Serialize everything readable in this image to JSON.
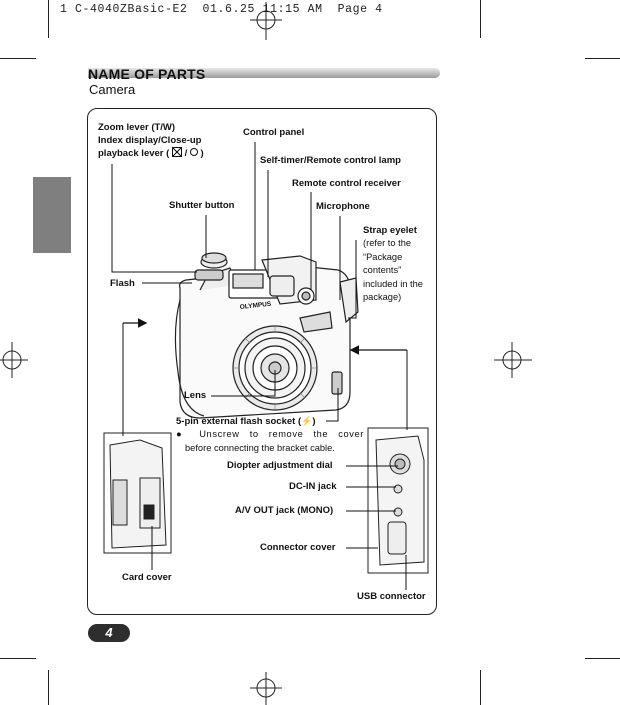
{
  "print_header": {
    "file": "1 C-4040ZBasic-E2",
    "date": "01.6.25",
    "time": "11:15 AM",
    "page_label": "Page 4"
  },
  "section": {
    "title": "NAME OF PARTS",
    "subtitle": "Camera"
  },
  "labels": {
    "zoom_lever_l1": "Zoom lever (T/W)",
    "zoom_lever_l2": "Index display/Close-up",
    "zoom_lever_l3a": "playback lever (",
    "zoom_lever_l3b": ")",
    "control_panel": "Control panel",
    "self_timer": "Self-timer/Remote control lamp",
    "remote_receiver": "Remote control receiver",
    "shutter": "Shutter button",
    "microphone": "Microphone",
    "strap_eyelet": "Strap eyelet",
    "strap_note_1": "(refer to the",
    "strap_note_2": "“Package",
    "strap_note_3": "contents”",
    "strap_note_4": "included in the",
    "strap_note_5": "package)",
    "flash": "Flash",
    "camera_brand": "OLYMPUS",
    "lens": "Lens",
    "flash_socket": "5-pin external flash socket (",
    "flash_socket_end": ")",
    "flash_note_1": "Unscrew to remove the cover",
    "flash_note_2": "before connecting the bracket cable.",
    "diopter": "Diopter adjustment dial",
    "dc_in": "DC-IN jack",
    "av_out": "A/V OUT jack (MONO)",
    "connector_cover": "Connector cover",
    "card_cover": "Card cover",
    "usb": "USB connector"
  },
  "icons": {
    "index_display": "index-display-icon",
    "closeup_playback": "magnifier-icon",
    "flash_bolt": "lightning-bolt-icon"
  },
  "page_number": "4"
}
